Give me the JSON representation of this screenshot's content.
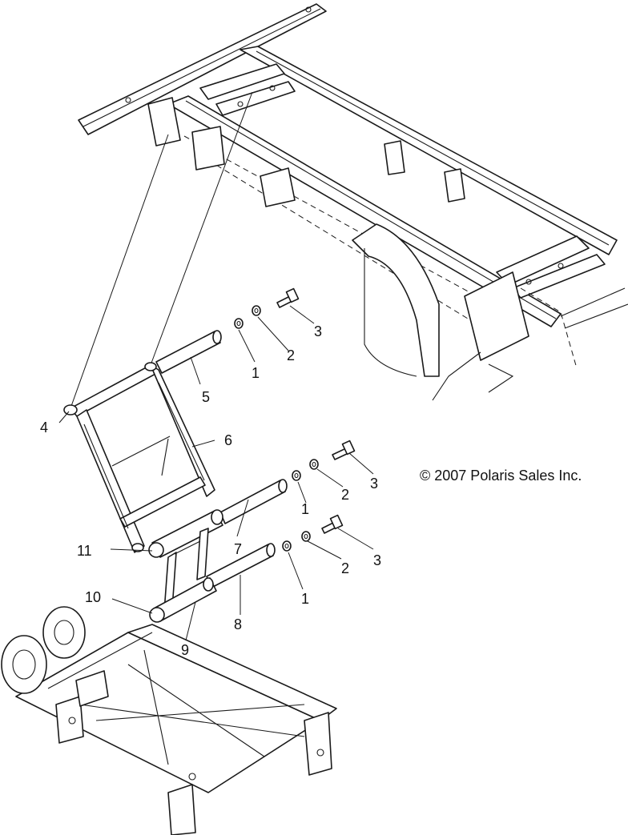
{
  "callouts": {
    "c1a": "1",
    "c1b": "1",
    "c1c": "1",
    "c2a": "2",
    "c2b": "2",
    "c2c": "2",
    "c3a": "3",
    "c3b": "3",
    "c3c": "3",
    "c4": "4",
    "c5": "5",
    "c6": "6",
    "c7": "7",
    "c8": "8",
    "c9": "9",
    "c10": "10",
    "c11": "11"
  },
  "copyright": "© 2007 Polaris Sales Inc."
}
